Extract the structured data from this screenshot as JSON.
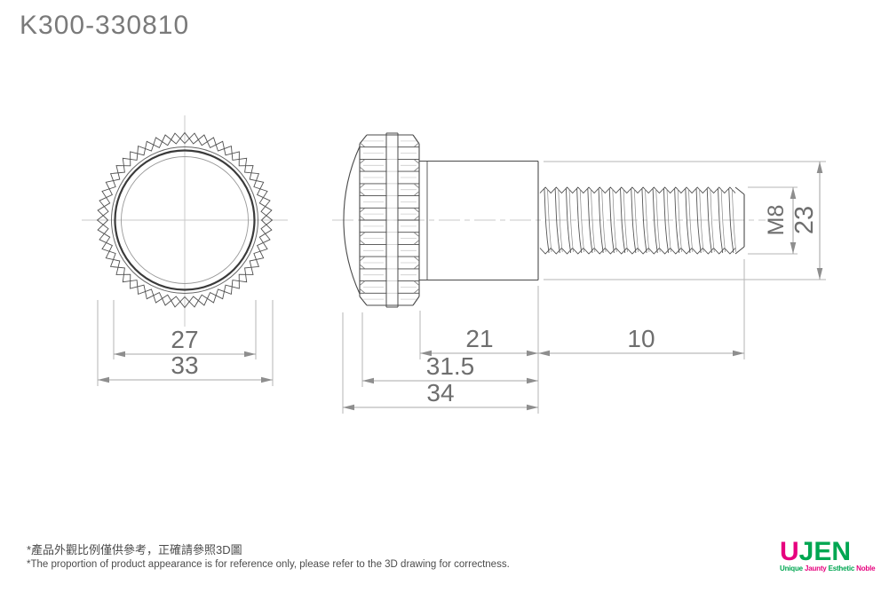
{
  "title": "K300-330810",
  "front_view": {
    "ridge_diameter": "27",
    "outer_diameter": "33"
  },
  "side_view": {
    "neck_length": "21",
    "thread_length": "10",
    "body_length": "31.5",
    "total_length": "34",
    "thread_spec": "M8",
    "neck_diameter": "23"
  },
  "footnotes": {
    "zh": "*產品外觀比例僅供參考，正確請參照3D圖",
    "en": "*The proportion of product appearance is for reference only, please refer to the 3D drawing for correctness."
  },
  "logo": {
    "brand_first": "U",
    "brand_rest": "JEN",
    "brand_first_color": "#e6007e",
    "brand_rest_color": "#00a651",
    "tagline": [
      {
        "text": "Unique",
        "color": "#00a651"
      },
      {
        "text": "Jaunty",
        "color": "#e6007e"
      },
      {
        "text": "Esthetic",
        "color": "#00a651"
      },
      {
        "text": "Noble",
        "color": "#e6007e"
      }
    ]
  }
}
